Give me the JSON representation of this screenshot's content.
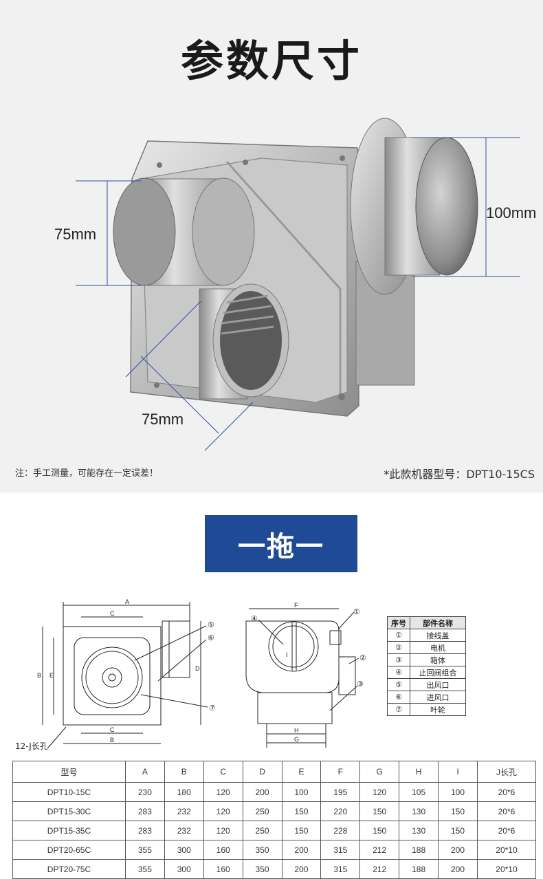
{
  "header": {
    "title": "参数尺寸"
  },
  "dimensions": {
    "left_inlet": "75mm",
    "outlet": "100mm",
    "bottom_inlet": "75mm"
  },
  "notes": {
    "measure_note": "注：手工测量，可能存在一定误差！",
    "model_note": "*此款机器型号：DPT10-15CS"
  },
  "banner": {
    "label": "一拖一"
  },
  "drawing": {
    "front_labels": {
      "A": "A",
      "B": "B",
      "C": "C",
      "D": "D",
      "C2": "C",
      "B2": "B",
      "E": "E"
    },
    "side_labels": {
      "F": "F",
      "H": "H",
      "G": "G",
      "I": "I"
    },
    "callouts": [
      "①",
      "②",
      "③",
      "④",
      "⑤",
      "⑥",
      "⑦"
    ],
    "hole_label": "12-J长孔"
  },
  "parts_table": {
    "headers": [
      "序号",
      "部件名称"
    ],
    "rows": [
      [
        "①",
        "接线盖"
      ],
      [
        "②",
        "电机"
      ],
      [
        "③",
        "箱体"
      ],
      [
        "④",
        "止回阀组合"
      ],
      [
        "⑤",
        "出风口"
      ],
      [
        "⑥",
        "进风口"
      ],
      [
        "⑦",
        "叶轮"
      ]
    ]
  },
  "spec_table": {
    "headers": [
      "型号",
      "A",
      "B",
      "C",
      "D",
      "E",
      "F",
      "G",
      "H",
      "I",
      "J长孔"
    ],
    "rows": [
      [
        "DPT10-15C",
        "230",
        "180",
        "120",
        "200",
        "100",
        "195",
        "120",
        "105",
        "100",
        "20*6"
      ],
      [
        "DPT15-30C",
        "283",
        "232",
        "120",
        "250",
        "150",
        "220",
        "150",
        "130",
        "150",
        "20*6"
      ],
      [
        "DPT15-35C",
        "283",
        "232",
        "120",
        "250",
        "150",
        "228",
        "150",
        "130",
        "150",
        "20*6"
      ],
      [
        "DPT20-65C",
        "355",
        "300",
        "160",
        "350",
        "200",
        "315",
        "212",
        "188",
        "200",
        "20*10"
      ],
      [
        "DPT20-75C",
        "355",
        "300",
        "160",
        "350",
        "200",
        "315",
        "212",
        "188",
        "200",
        "20*10"
      ]
    ]
  },
  "colors": {
    "banner": "#1f4b96",
    "dimension_line": "#2a4f9e",
    "top_bg": "#f1f1f1"
  }
}
